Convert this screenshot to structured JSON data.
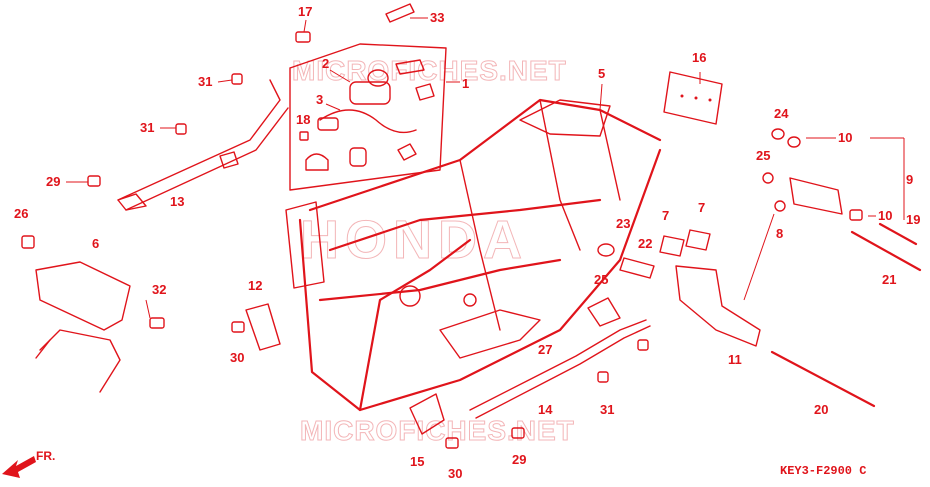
{
  "diagram": {
    "diagram_code": "KEY3-F2900 C",
    "direction_label": "FR.",
    "watermark_brand": "HONDA",
    "watermark_site": "MICROFICHES.NET",
    "accent_color": "#e0141b",
    "callouts": [
      "1",
      "2",
      "3",
      "5",
      "6",
      "7",
      "7",
      "8",
      "9",
      "10",
      "10",
      "11",
      "12",
      "13",
      "14",
      "15",
      "16",
      "17",
      "18",
      "19",
      "20",
      "21",
      "22",
      "23",
      "24",
      "25",
      "25",
      "26",
      "27",
      "29",
      "29",
      "30",
      "30",
      "31",
      "31",
      "31",
      "32",
      "33"
    ]
  }
}
